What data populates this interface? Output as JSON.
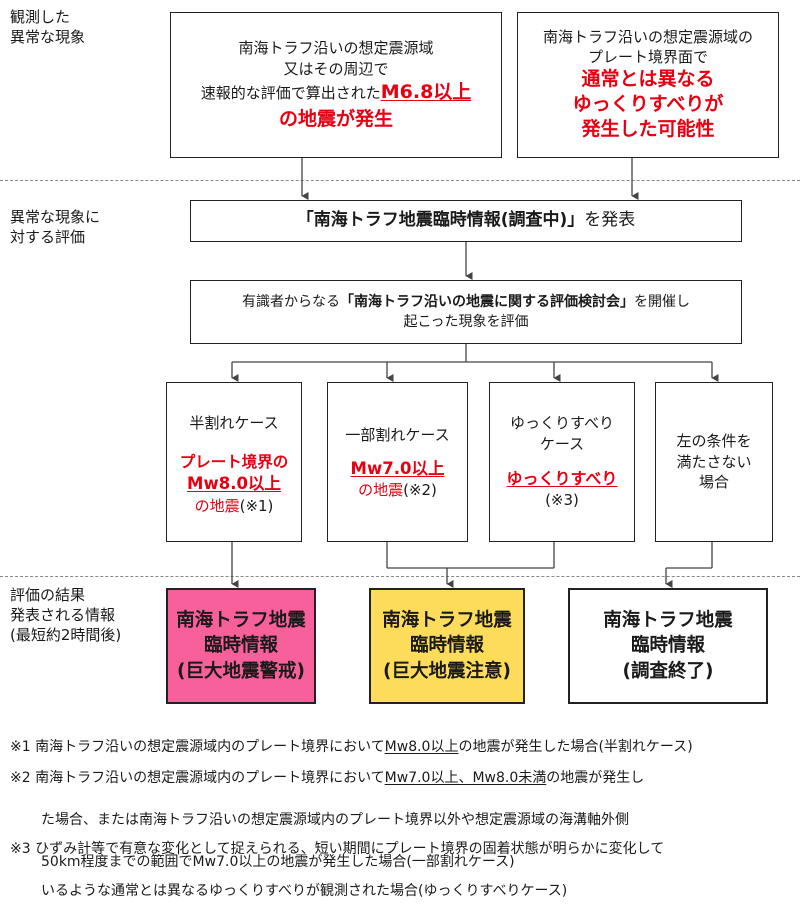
{
  "side_labels": {
    "observed": "観測した\n異常な現象",
    "evaluation": "異常な現象に\n対する評価",
    "result": "評価の結果\n発表される情報\n(最短約2時間後)"
  },
  "top_left_box": {
    "line1": "南海トラフ沿いの想定震源域",
    "line2": "又はその周辺で",
    "line3_pre": "速報的な評価で算出された",
    "line3_red": "M6.8以上",
    "line4": "の地震が発生"
  },
  "top_right_box": {
    "line1": "南海トラフ沿いの想定震源域の",
    "line2": "プレート境界面で",
    "line3": "通常とは異なる",
    "line4": "ゆっくりすべり",
    "line4_suffix": "が",
    "line5": "発生した可能性"
  },
  "announce_box": {
    "text_bold": "「南海トラフ地震臨時情報(調査中)」",
    "text_suffix": "を発表"
  },
  "committee_box": {
    "line1_pre": "有識者からなる",
    "line1_bold": "「南海トラフ沿いの地震に関する評価検討会」",
    "line1_post": "を開催し",
    "line2": "起こった現象を評価"
  },
  "cases": {
    "half": {
      "title": "半割れケース",
      "red1": "プレート境界の",
      "red2": "Mw8.0以上",
      "red3": "の地震",
      "note": "(※1)"
    },
    "partial": {
      "title": "一部割れケース",
      "red1": "Mw7.0以上",
      "red2": "の地震",
      "note": "(※2)"
    },
    "slow": {
      "title1": "ゆっくりすべり",
      "title2": "ケース",
      "red1": "ゆっくりすべり",
      "note": "(※3)"
    },
    "none": {
      "line1": "左の条件を",
      "line2": "満たさない",
      "line3": "場合"
    }
  },
  "outputs": {
    "warning": {
      "line1": "南海トラフ地震",
      "line2": "臨時情報",
      "line3": "(巨大地震警戒)",
      "color": "#f7609b"
    },
    "advisory": {
      "line1": "南海トラフ地震",
      "line2": "臨時情報",
      "line3": "(巨大地震注意)",
      "color": "#fddc5c"
    },
    "end": {
      "line1": "南海トラフ地震",
      "line2": "臨時情報",
      "line3": "(調査終了)",
      "color": "#ffffff"
    }
  },
  "notes": {
    "n1_pre": "※1 南海トラフ沿いの想定震源域内のプレート境界において",
    "n1_u": "Mw8.0以上",
    "n1_post": "の地震が発生した場合(半割れケース)",
    "n2_pre": "※2 南海トラフ沿いの想定震源域内のプレート境界において",
    "n2_u": "Mw7.0以上、Mw8.0未満",
    "n2_post": "の地震が発生し",
    "n2_line2": "た場合、または南海トラフ沿いの想定震源域内のプレート境界以外や想定震源域の海溝軸外側",
    "n2_line3": "50km程度までの範囲でMw7.0以上の地震が発生した場合(一部割れケース)",
    "n3_line1": "※3 ひずみ計等で有意な変化として捉えられる、短い期間にプレート境界の固着状態が明らかに変化して",
    "n3_line2": "いるような通常とは異なるゆっくりすべりが観測された場合(ゆっくりすべりケース)"
  }
}
